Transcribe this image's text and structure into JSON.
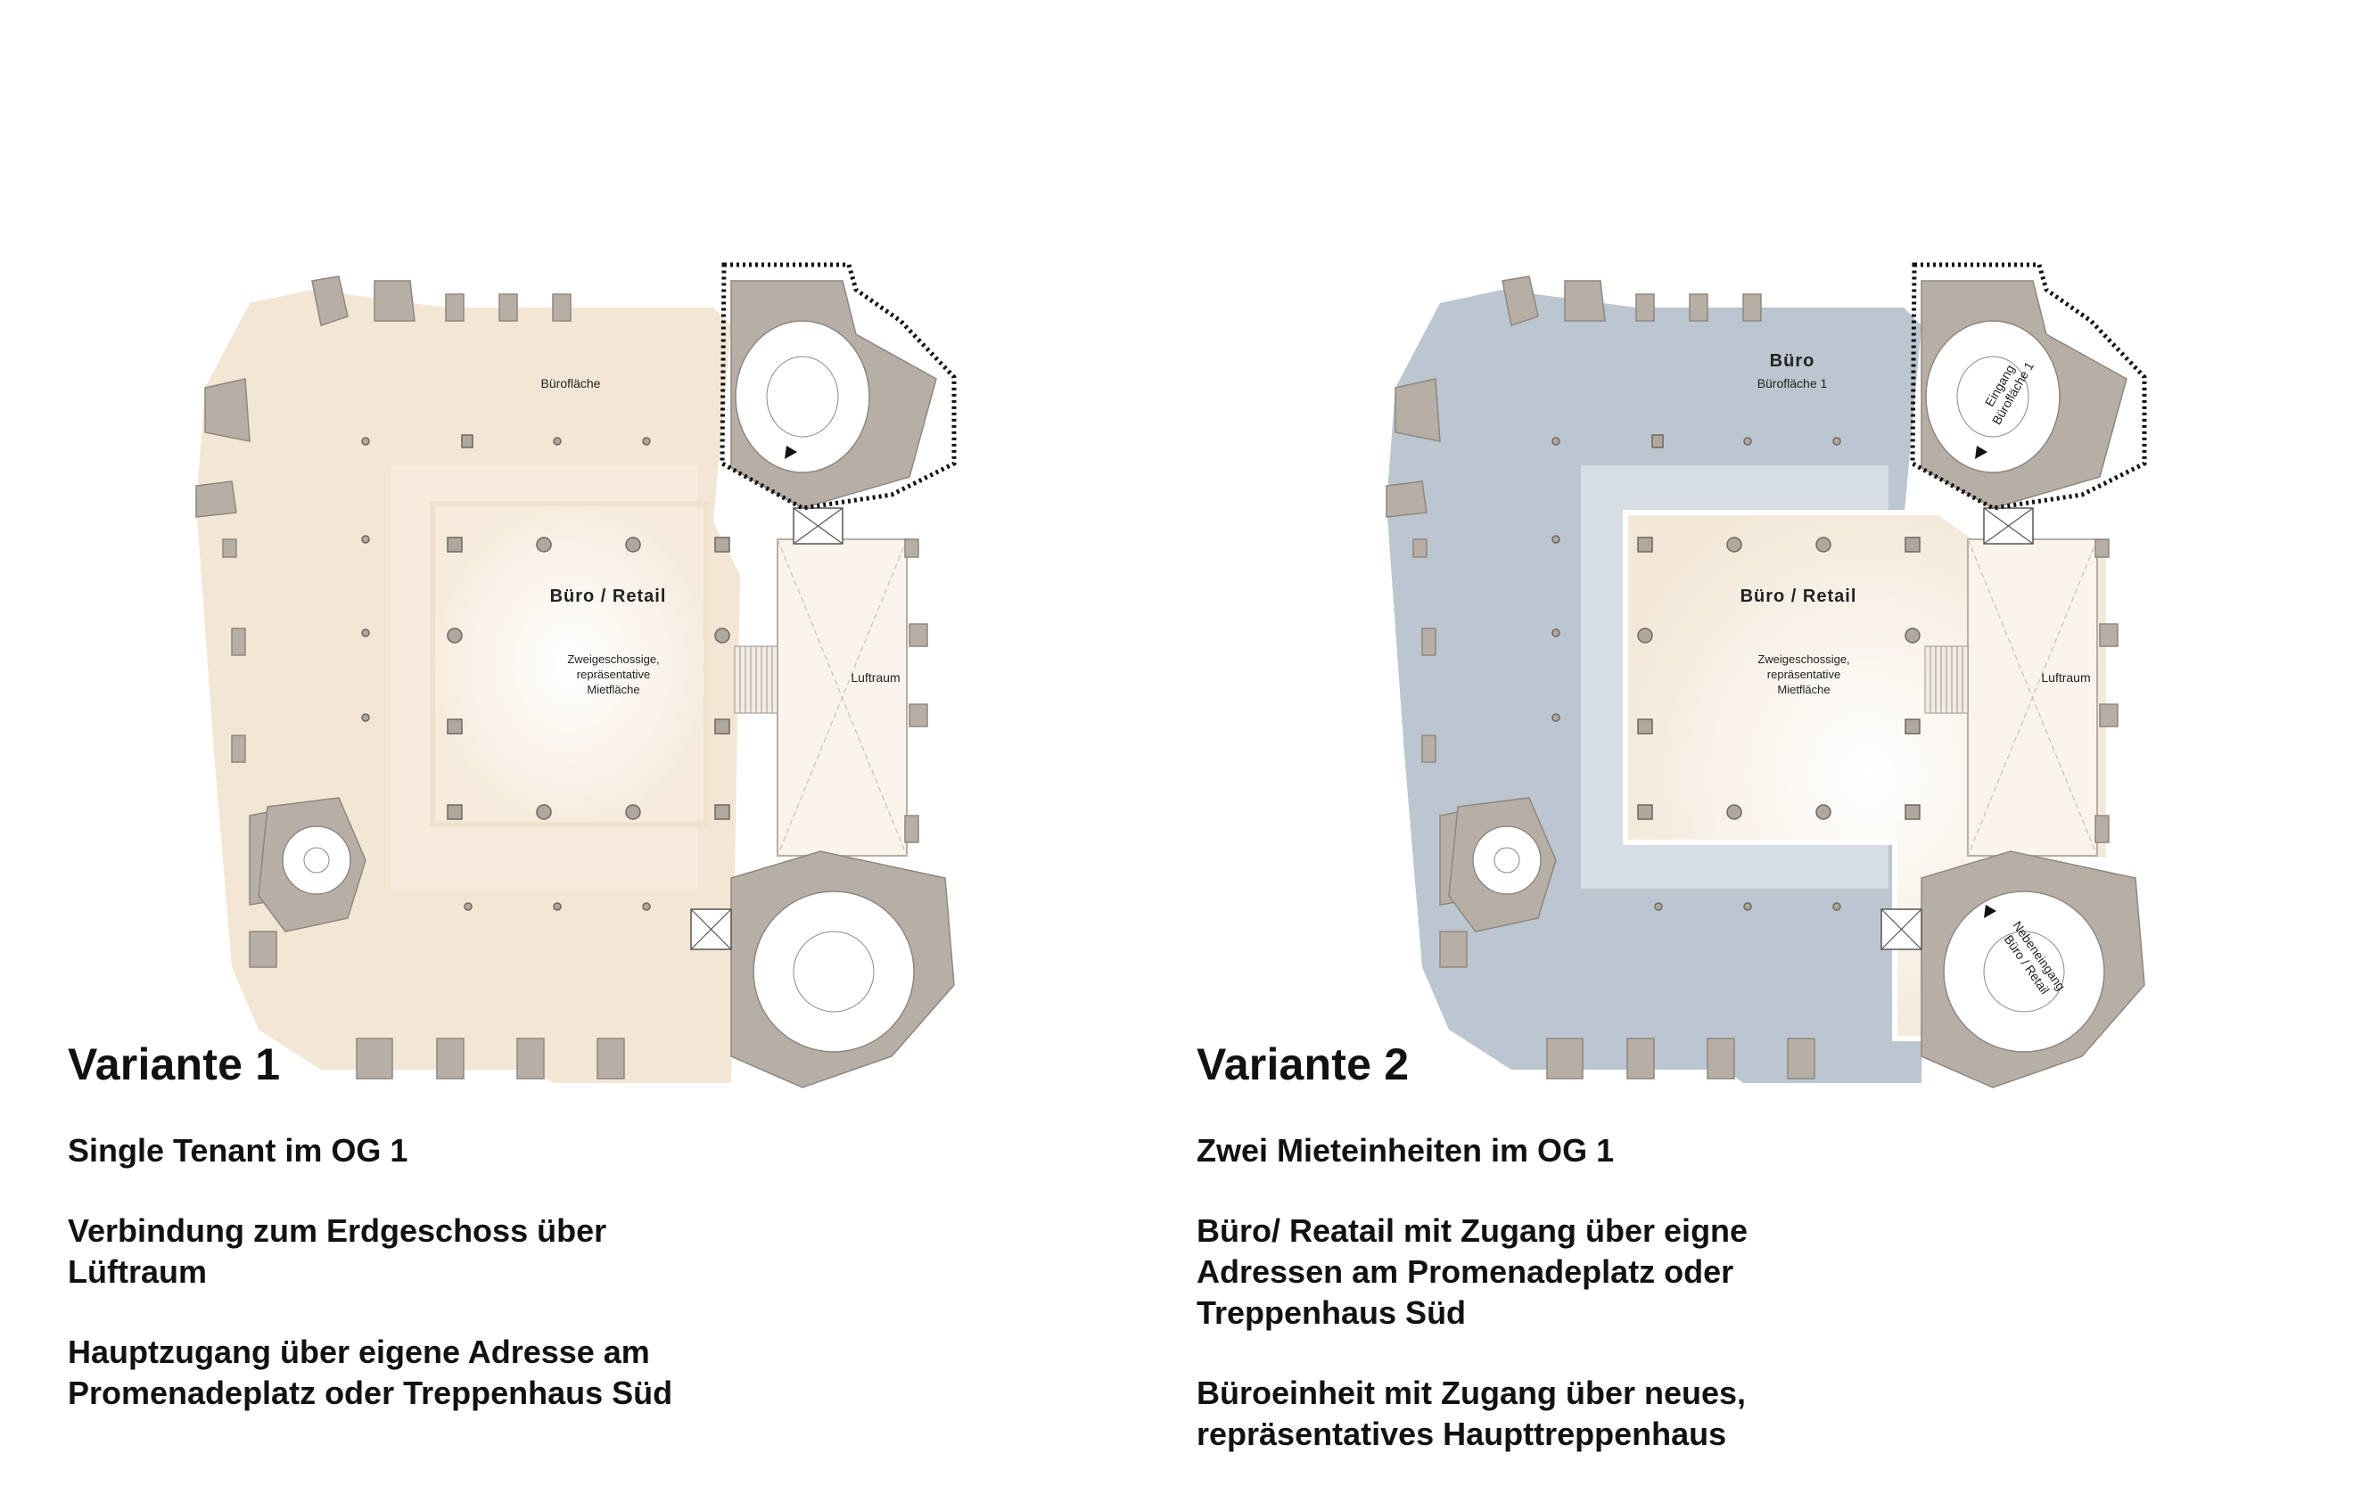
{
  "variants": [
    {
      "title": "Variante 1",
      "paragraphs": [
        "Single Tenant im OG 1",
        "Verbindung zum Erdgeschoss über\nLüftraum",
        "Hauptzugang über eigene Adresse am\nPromenadeplatz oder Treppenhaus Süd"
      ],
      "plan": {
        "label_office": "Bürofläche",
        "label_core": "Büro / Retail",
        "label_core_desc": [
          "Zweigeschossige,",
          "repräsentative",
          "Mietfläche"
        ],
        "label_void": "Luftraum",
        "colors": {
          "outer": "#f3e6d4",
          "ring": "#f6ebdc",
          "core": "#f9f1e6",
          "walls": "#b7aea6"
        }
      }
    },
    {
      "title": "Variante 2",
      "paragraphs": [
        "Zwei Mieteinheiten im OG 1",
        "Büro/ Reatail mit Zugang über eigne\nAdressen am Promenadeplatz oder\nTreppenhaus Süd",
        "Büroeinheit mit Zugang über neues,\nrepräsentatives Haupttreppenhaus"
      ],
      "plan": {
        "label_office_title": "Büro",
        "label_office": "Bürofläche 1",
        "label_core": "Büro / Retail",
        "label_core_desc": [
          "Zweigeschossige,",
          "repräsentative",
          "Mietfläche"
        ],
        "label_void": "Luftraum",
        "label_entrance": [
          "Eingang",
          "Bürofläche 1"
        ],
        "label_side_entrance": [
          "Nebeneingang",
          "Büro / Retail"
        ],
        "colors": {
          "outer": "#bcc6d0",
          "ring": "#d6dde4",
          "core": "#f7f0e6",
          "walls": "#b7aea6"
        }
      }
    }
  ]
}
